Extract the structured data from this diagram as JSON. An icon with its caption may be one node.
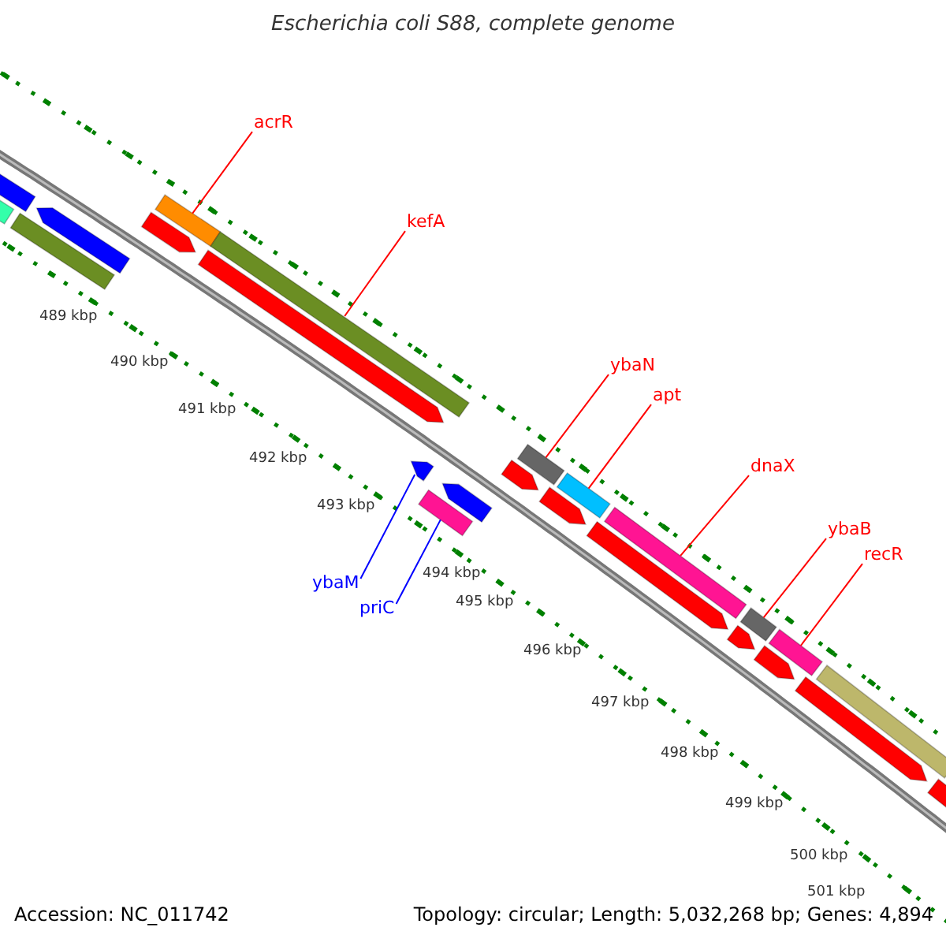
{
  "diagram": {
    "title": "Escherichia coli S88, complete genome",
    "nodes": [
      {
        "text": [
          "acrR"
        ]
      },
      {
        "text": [
          "kefA"
        ]
      },
      {
        "text": [
          "ybaN"
        ]
      },
      {
        "text": [
          "apt"
        ]
      },
      {
        "text": [
          "dnaX"
        ]
      },
      {
        "text": [
          "ybaB"
        ]
      },
      {
        "text": [
          "recR"
        ]
      },
      {
        "text": [
          "ybaM"
        ]
      },
      {
        "text": [
          "priC"
        ]
      },
      {
        "text": [],
        "shape": "bar"
      },
      {
        "text": [],
        "shape": "bar"
      },
      {
        "text": [],
        "shape": "bar"
      },
      {
        "text": [],
        "shape": "bar"
      },
      {
        "text": [],
        "shape": "bar"
      },
      {
        "text": [],
        "shape": "bar"
      },
      {
        "text": [],
        "shape": "bar"
      },
      {
        "text": [],
        "shape": "bar"
      },
      {
        "text": [],
        "shape": "bar"
      },
      {
        "text": [],
        "shape": "bar"
      },
      {
        "text": [],
        "shape": "bar"
      },
      {
        "text": [],
        "shape": "bar"
      },
      {
        "text": [],
        "shape": "bar"
      },
      {
        "text": [],
        "shape": "bar"
      },
      {
        "text": [],
        "shape": "bar"
      },
      {
        "text": [],
        "shape": "bar"
      },
      {
        "text": [],
        "shape": "bar"
      },
      {
        "text": [],
        "shape": "bar"
      },
      {
        "text": [],
        "shape": "bar"
      },
      {
        "text": [],
        "shape": "bar"
      },
      {
        "text": [],
        "shape": "bar"
      },
      {
        "text": [],
        "shape": "bar"
      },
      {
        "text": [],
        "shape": "bar"
      },
      {
        "text": [],
        "shape": "bar"
      }
    ],
    "edges": [
      {
        "from": 0,
        "to": 9,
        "arrow": "none"
      },
      {
        "from": 1,
        "to": 10,
        "arrow": "none"
      },
      {
        "from": 2,
        "to": 11,
        "arrow": "none"
      },
      {
        "from": 3,
        "to": 12,
        "arrow": "none"
      },
      {
        "from": 4,
        "to": 13,
        "arrow": "none"
      },
      {
        "from": 5,
        "to": 14,
        "arrow": "none"
      },
      {
        "from": 6,
        "to": 15,
        "arrow": "none"
      },
      {
        "from": 7,
        "to": 16,
        "arrow": "none",
        "color": "#0000ff"
      },
      {
        "from": 8,
        "to": 17,
        "arrow": "none",
        "color": "#0000ff"
      }
    ],
    "labels": [
      "489 kbp",
      "490 kbp",
      "491 kbp",
      "492 kbp",
      "493 kbp",
      "494 kbp",
      "495 kbp",
      "496 kbp",
      "497 kbp",
      "498 kbp",
      "499 kbp",
      "500 kbp",
      "501 kbp",
      "Accession: NC_011742",
      "Topology: circular; Length: 5,032,268 bp; Genes: 4,894"
    ]
  }
}
